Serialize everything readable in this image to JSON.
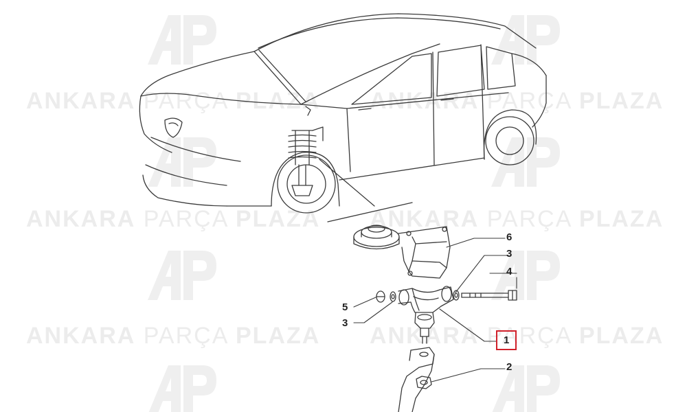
{
  "watermark": {
    "word1": "ANKARA",
    "word2": "PARÇA",
    "word3": "PLAZA",
    "logo_text": "AP"
  },
  "callouts": [
    {
      "label": "6"
    },
    {
      "label": "3"
    },
    {
      "label": "4"
    },
    {
      "label": "5"
    },
    {
      "label": "3"
    },
    {
      "label": "1",
      "highlighted": true
    },
    {
      "label": "2"
    }
  ],
  "colors": {
    "line": "#333333",
    "watermark": "#ececec",
    "highlight": "#d0202a"
  }
}
